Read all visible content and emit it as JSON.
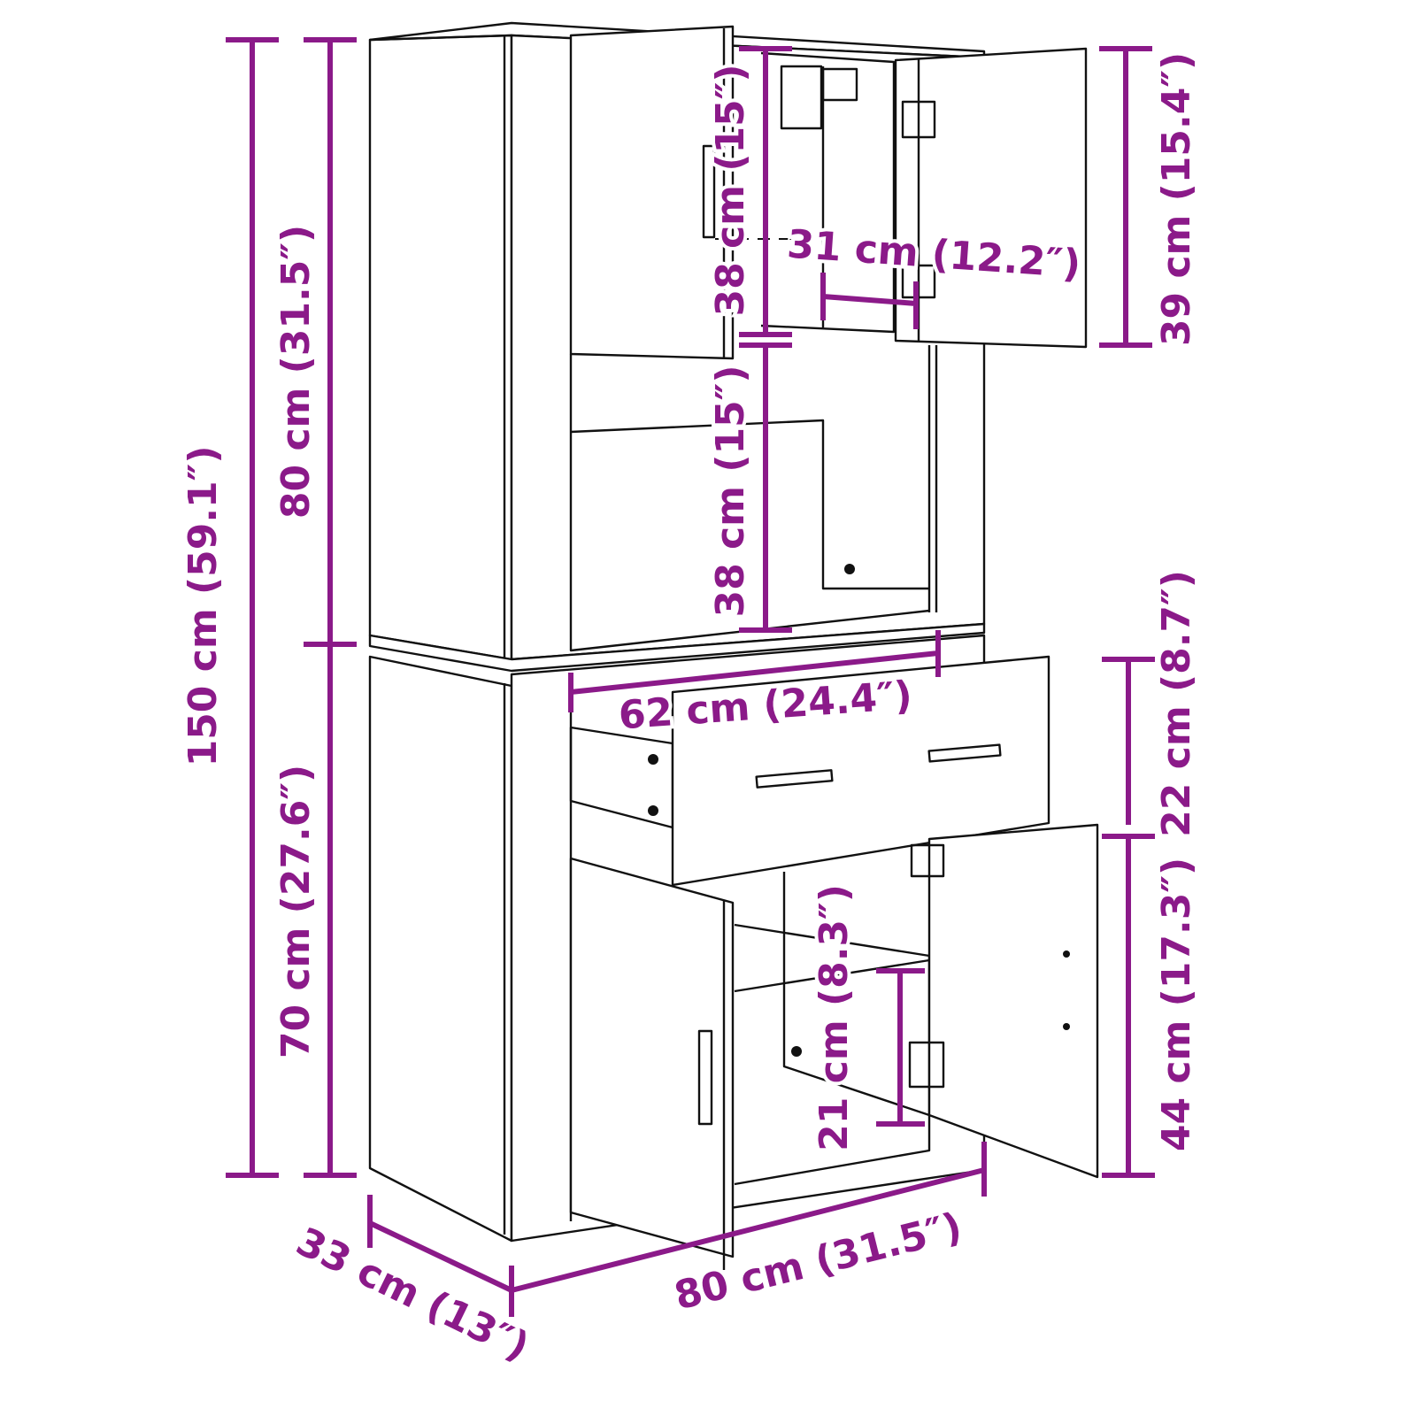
{
  "colors": {
    "dimension": "#8b1a89",
    "outline": "#111111"
  },
  "dimensions": {
    "total_height": "150 cm (59.1″)",
    "upper_height": "80 cm (31.5″)",
    "lower_height": "70 cm (27.6″)",
    "upper_compartment_height": "38 cm (15″)",
    "middle_compartment_height": "38 cm (15″)",
    "upper_compartment_depth": "31 cm (12.2″)",
    "upper_door_height": "39 cm (15.4″)",
    "drawer_height": "22 cm (8.7″)",
    "lower_door_height": "44 cm (17.3″)",
    "inner_width": "62 cm (24.4″)",
    "lower_compartment_height": "21 cm (8.3″)",
    "width": "80 cm (31.5″)",
    "depth": "33 cm (13″)"
  }
}
